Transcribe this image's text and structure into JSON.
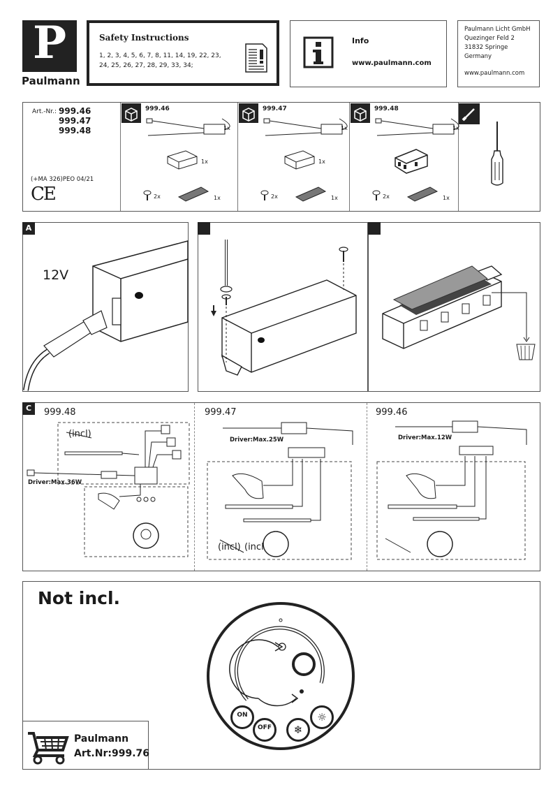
{
  "brand": {
    "logo_letter": "P",
    "name": "Paulmann"
  },
  "safety": {
    "title": "Safety Instructions",
    "line1": "1, 2, 3, 4, 5, 6, 7, 8, 11, 14, 19, 22, 23,",
    "line2": "24, 25, 26, 27, 28, 29, 33, 34;"
  },
  "info": {
    "title": "Info",
    "url": "www.paulmann.com"
  },
  "address": {
    "company": "Paulmann Licht GmbH",
    "street": "Quezinger Feld 2",
    "city": "31832 Springe",
    "country": "Germany",
    "web": "www.paulmann.com"
  },
  "articles": {
    "label": "Art.-Nr.:",
    "numbers": [
      "999.46",
      "999.47",
      "999.48"
    ],
    "code": "(+MA 326)PEO 04/21",
    "ce": "CE"
  },
  "contents": [
    {
      "model": "999.46",
      "driver_qty": "1x",
      "box_qty": "1x",
      "screw_qty": "2x",
      "tape_qty": "1x"
    },
    {
      "model": "999.47",
      "driver_qty": "1x",
      "box_qty": "1x",
      "screw_qty": "2x",
      "tape_qty": "1x"
    },
    {
      "model": "999.48",
      "driver_qty": "1x",
      "box_qty": "",
      "screw_qty": "2x",
      "tape_qty": "1x"
    }
  ],
  "step_a": {
    "tag": "A",
    "voltage": "12V"
  },
  "section_c": {
    "tag": "C",
    "c1": {
      "model": "999.48",
      "incl_struck": "(incl)",
      "driver": "Driver:Max.36W"
    },
    "c2": {
      "model": "999.47",
      "driver": "Driver:Max.25W",
      "incl_struck": "(incl)",
      "incl": "(incl)"
    },
    "c3": {
      "model": "999.46",
      "driver": "Driver:Max.12W"
    }
  },
  "remote": {
    "heading": "Not incl.",
    "btn_on": "ON",
    "btn_off": "OFF",
    "brand": "Paulmann",
    "art": "Art.Nr:999.76"
  }
}
